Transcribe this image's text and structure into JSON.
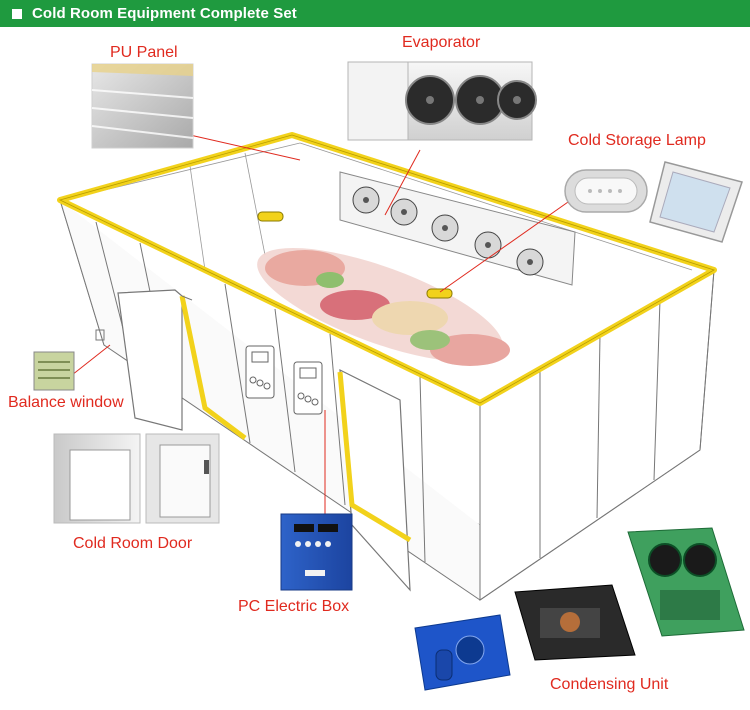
{
  "header": {
    "title": "Cold Room Equipment Complete Set"
  },
  "labels": {
    "pu_panel": "PU Panel",
    "evaporator": "Evaporator",
    "cold_storage_lamp": "Cold Storage Lamp",
    "balance_window": "Balance window",
    "cold_room_door": "Cold Room Door",
    "pc_electric_box": "PC Electric Box",
    "condensing_unit": "Condensing Unit"
  },
  "colors": {
    "header_bg": "#1f9a3f",
    "label_text": "#e02a1f",
    "leader_line": "#e02a1f",
    "frame_highlight": "#f2d21b",
    "outline": "#666666"
  }
}
